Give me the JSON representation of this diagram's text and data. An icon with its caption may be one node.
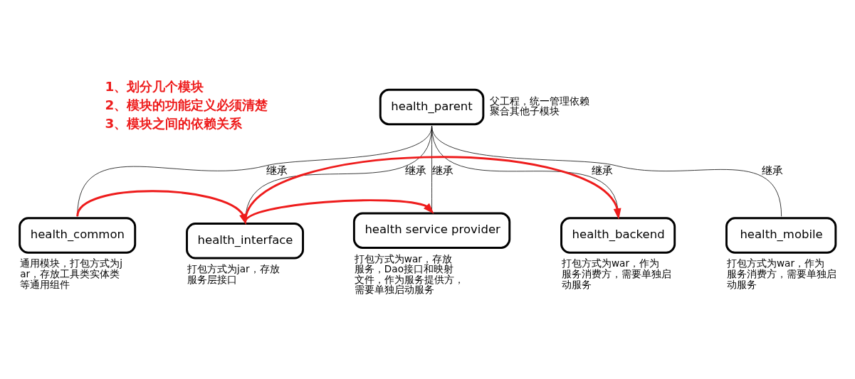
{
  "diagram": {
    "nodes": [
      {
        "text": [
          "health_parent"
        ],
        "beside": [
          "父工程，统一管理依赖",
          "聚合其他子模块"
        ]
      },
      {
        "text": [
          "health_common"
        ],
        "beside": [
          "通用模块，打包方式为jar，存放工具类实体类等通用组件"
        ]
      },
      {
        "text": [
          "health_interface"
        ],
        "beside": [
          "打包方式为jar，存放服务层接口"
        ]
      },
      {
        "text": [
          "health service provider"
        ],
        "beside": [
          "打包方式为war，存放服务，Dao接口和映射文件，作为服务提供方，需要单独启动服务"
        ]
      },
      {
        "text": [
          "health_backend"
        ],
        "beside": [
          "打包方式为war，作为服务消费方，需要单独启动服务"
        ]
      },
      {
        "text": [
          "health_mobile"
        ],
        "beside": [
          "打包方式为war，作为服务消费方，需要单独启动服务"
        ]
      }
    ],
    "edges": [
      {
        "from": 0,
        "to": 1,
        "arrow": "none",
        "label": "继承"
      },
      {
        "from": 0,
        "to": 2,
        "arrow": "none",
        "label": "继承"
      },
      {
        "from": 0,
        "to": 3,
        "arrow": "none",
        "label": "继承"
      },
      {
        "from": 0,
        "to": 4,
        "arrow": "none",
        "label": "继承"
      },
      {
        "from": 0,
        "to": 5,
        "arrow": "none",
        "label": "继承"
      },
      {
        "from": 1,
        "to": 2,
        "arrow": "to",
        "style": "thick",
        "color": "#ee1c1c"
      },
      {
        "from": 2,
        "to": 3,
        "arrow": "to",
        "style": "thick",
        "color": "#ee1c1c"
      },
      {
        "from": 2,
        "to": 4,
        "arrow": "to",
        "style": "thick",
        "color": "#ee1c1c"
      }
    ],
    "labels": [
      "1、划分几个模块",
      "2、模块的功能定义必须清楚",
      "3、模块之间的依赖关系"
    ]
  }
}
